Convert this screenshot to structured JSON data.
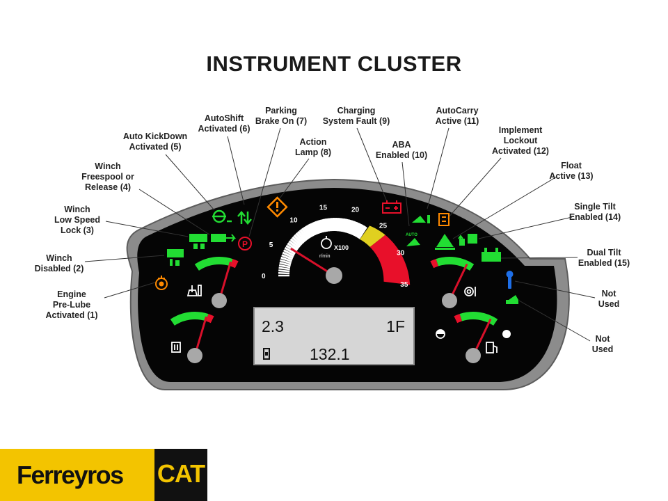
{
  "title": "INSTRUMENT CLUSTER",
  "labels": [
    {
      "l1": "Engine",
      "l2": "Pre-Lube",
      "l3": "Activated (1)"
    },
    {
      "l1": "Winch",
      "l2": "Disabled (2)"
    },
    {
      "l1": "Winch",
      "l2": "Low Speed",
      "l3": "Lock (3)"
    },
    {
      "l1": "Winch",
      "l2": "Freespool or",
      "l3": "Release (4)"
    },
    {
      "l1": "Auto KickDown",
      "l2": "Activated (5)"
    },
    {
      "l1": "AutoShift",
      "l2": "Activated (6)"
    },
    {
      "l1": "Parking",
      "l2": "Brake On (7)"
    },
    {
      "l1": "Action",
      "l2": "Lamp (8)"
    },
    {
      "l1": "Charging",
      "l2": "System Fault (9)"
    },
    {
      "l1": "ABA",
      "l2": "Enabled (10)"
    },
    {
      "l1": "AutoCarry",
      "l2": "Active (11)"
    },
    {
      "l1": "Implement",
      "l2": "Lockout",
      "l3": "Activated (12)"
    },
    {
      "l1": "Float",
      "l2": "Active (13)"
    },
    {
      "l1": "Single Tilt",
      "l2": "Enabled (14)"
    },
    {
      "l1": "Dual Tilt",
      "l2": "Enabled (15)"
    },
    {
      "l1": "Not",
      "l2": "Used"
    },
    {
      "l1": "Not",
      "l2": "Used"
    }
  ],
  "tachometer": {
    "ticks": [
      "0",
      "5",
      "10",
      "15",
      "20",
      "25",
      "30",
      "35"
    ],
    "unit_top": "X100",
    "unit_bottom": "r/min",
    "needle_value": 6
  },
  "icon_glyphs": {
    "parking": "P",
    "auto": "AUTO"
  },
  "display": {
    "top_left": "2.3",
    "top_right": "1F",
    "bottom_value": "132.1"
  },
  "brand": {
    "dealer": "Ferreyros",
    "maker": "CAT"
  },
  "colors": {
    "green": "#22dd33",
    "red": "#e8102a",
    "yellow": "#e0d020",
    "orange": "#ff8a00",
    "blue": "#1e6fe8",
    "bezel": "#8c8c8c",
    "face": "#050505",
    "logo_yellow": "#f3c400"
  }
}
